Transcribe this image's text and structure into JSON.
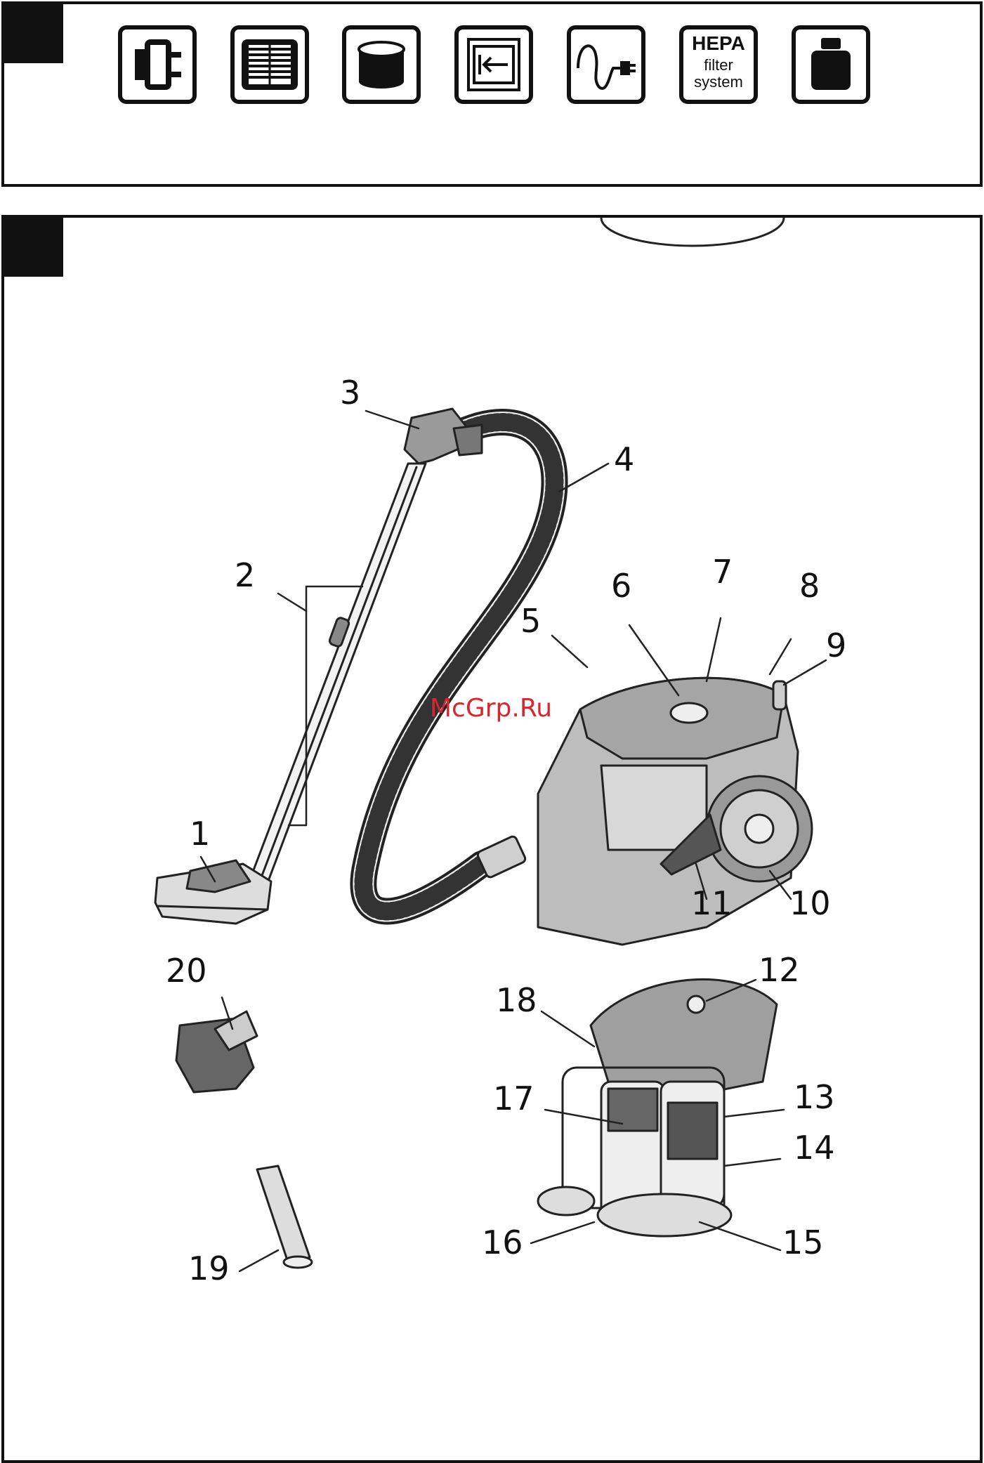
{
  "panel_a": {
    "icons": [
      {
        "name": "plug-icon"
      },
      {
        "name": "filter-icon"
      },
      {
        "name": "container-icon"
      },
      {
        "name": "cord-rewind-icon"
      },
      {
        "name": "power-cord-icon"
      },
      {
        "name": "hepa-filter-icon",
        "text": [
          "HEPA",
          "filter",
          "system"
        ]
      },
      {
        "name": "weight-icon"
      }
    ]
  },
  "panel_b": {
    "watermark": "McGrp.Ru",
    "labels": [
      "1",
      "2",
      "3",
      "4",
      "5",
      "6",
      "7",
      "8",
      "9",
      "10",
      "11",
      "12",
      "13",
      "14",
      "15",
      "16",
      "17",
      "18",
      "19",
      "20"
    ]
  }
}
